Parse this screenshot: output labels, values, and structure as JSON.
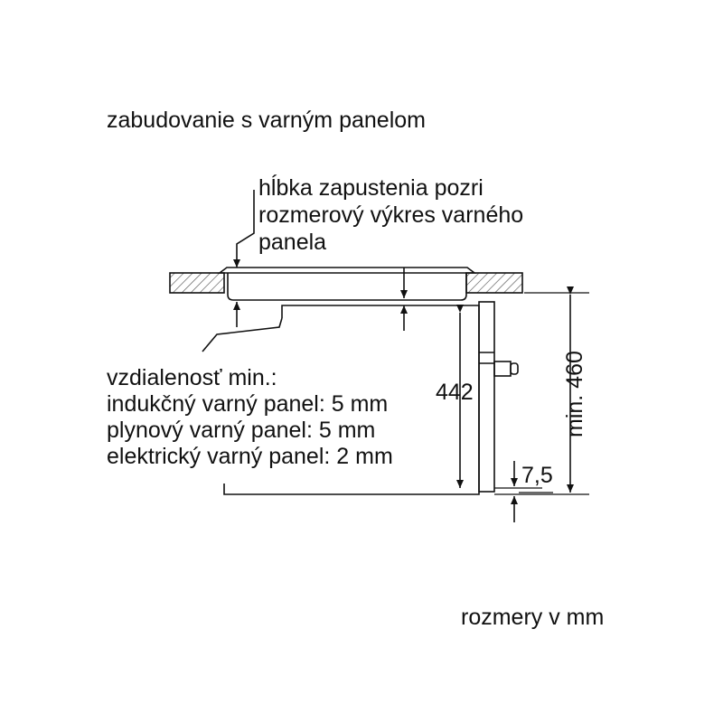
{
  "title": "zabudovanie s varným panelom",
  "depth_note": [
    "hĺbka zapustenia pozri",
    "rozmerový výkres varného",
    "panela"
  ],
  "distance_note": {
    "heading": "vzdialenosť min.:",
    "lines": [
      "indukčný varný panel: 5 mm",
      "plynový varný panel: 5 mm",
      "elektrický varný panel: 2 mm"
    ]
  },
  "dimensions": {
    "appliance_height": "442",
    "niche_height": "min. 460",
    "bottom_offset": "7,5"
  },
  "units_note": "rozmery v mm",
  "colors": {
    "line": "#111111",
    "hatch": "#555555",
    "background": "#ffffff"
  }
}
